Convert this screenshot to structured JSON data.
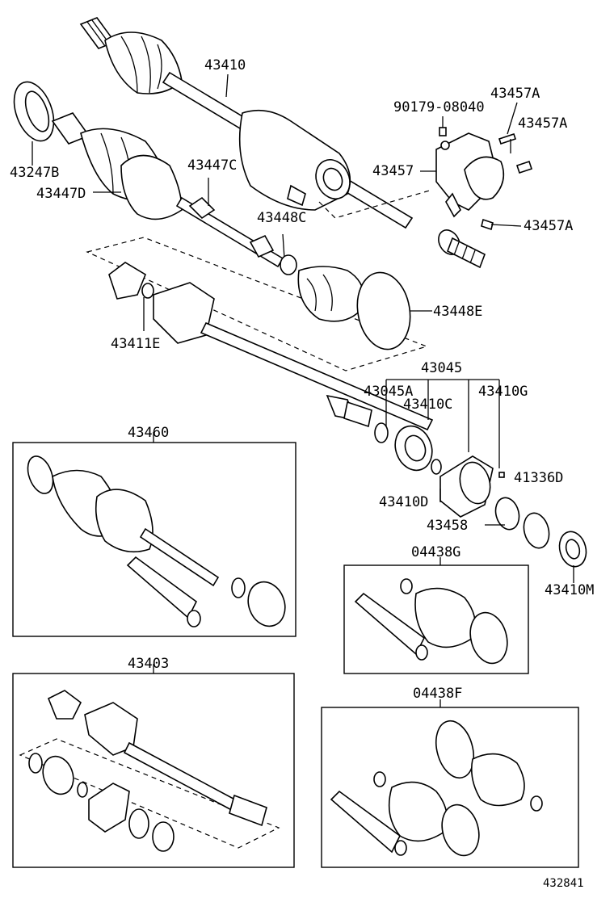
{
  "labels": {
    "l43410": "43410",
    "l90179": "90179-08040",
    "l43457a_1": "43457A",
    "l43457a_2": "43457A",
    "l43457": "43457",
    "l43457a_3": "43457A",
    "l43247b": "43247B",
    "l43447c": "43447C",
    "l43447d": "43447D",
    "l43448c": "43448C",
    "l43448e": "43448E",
    "l43411e": "43411E",
    "l43045": "43045",
    "l43045a": "43045A",
    "l43410g": "43410G",
    "l43410c": "43410C",
    "l43460": "43460",
    "l41336d": "41336D",
    "l43410d": "43410D",
    "l43458": "43458",
    "l04438g": "04438G",
    "l43410m": "43410M",
    "l43403": "43403",
    "l04438f": "04438F"
  },
  "figure_id": "432841"
}
